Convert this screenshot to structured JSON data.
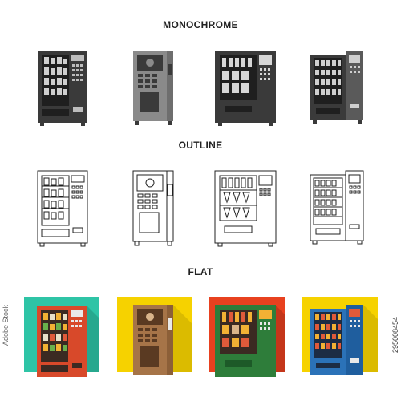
{
  "sections": {
    "monochrome_label": "MONOCHROME",
    "outline_label": "OUTLINE",
    "flat_label": "FLAT"
  },
  "stock": {
    "id": "295008454",
    "side_mark": "Adobe Stock"
  },
  "colors": {
    "mono_dark": "#3a3a3a",
    "mono_light": "#8a8a8a",
    "flat_teal": "#2ec4a6",
    "flat_yellow": "#f6d200",
    "flat_red": "#e8411f",
    "flat_machine_red": "#d8492a",
    "flat_machine_brown": "#a67448",
    "flat_machine_green": "#2e7d3a",
    "flat_machine_blue": "#2b72b8"
  },
  "icons": [
    "snack-vending-machine-icon",
    "coffee-vending-machine-icon",
    "bottle-vending-machine-icon",
    "grocery-vending-machine-icon"
  ]
}
